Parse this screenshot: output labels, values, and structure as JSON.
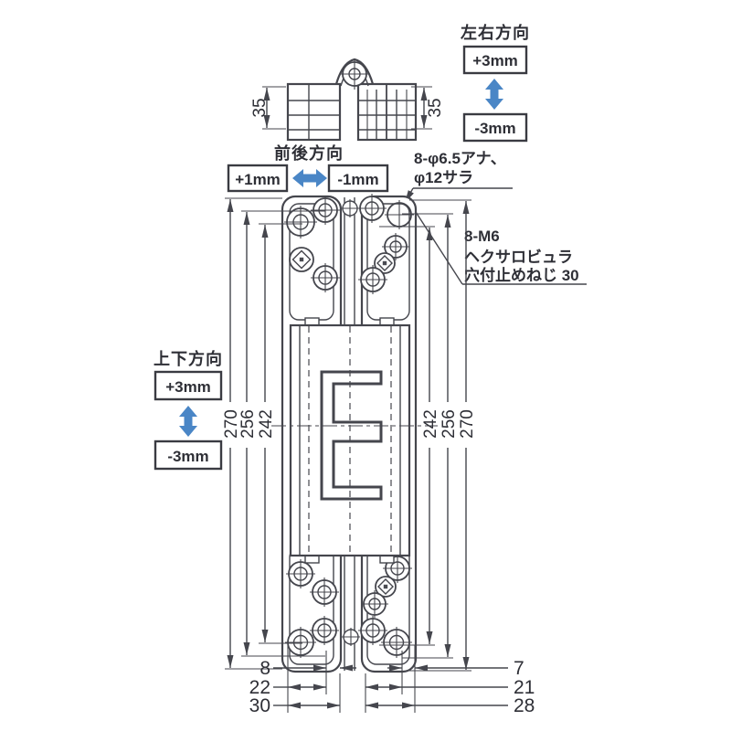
{
  "adjustments": {
    "lateral": {
      "label": "左右方向",
      "plus": "+3mm",
      "minus": "-3mm"
    },
    "front_back": {
      "label": "前後方向",
      "plus": "+1mm",
      "minus": "-1mm"
    },
    "vertical": {
      "label": "上下方向",
      "plus": "+3mm",
      "minus": "-3mm"
    }
  },
  "notes": {
    "holes": {
      "line1": "8-φ6.5アナ、",
      "line2": "φ12サラ"
    },
    "set_screws": {
      "line1": "8-M6",
      "line2": "ヘクサロビュラ",
      "line3": "穴付止めねじ 30"
    }
  },
  "dimensions": {
    "top_view_height_left": "35",
    "top_view_height_right": "35",
    "left_vertical": {
      "outer": "270",
      "middle": "256",
      "inner": "242"
    },
    "right_vertical": {
      "inner": "242",
      "middle": "256",
      "outer": "270"
    },
    "bottom_left": {
      "row1": "8",
      "row2": "22",
      "row3": "30"
    },
    "bottom_right": {
      "row1": "7",
      "row2": "21",
      "row3": "28"
    }
  },
  "colors": {
    "arrow_blue": "#4a86c6",
    "line_dark": "#45464d",
    "text": "#2e2f36"
  }
}
